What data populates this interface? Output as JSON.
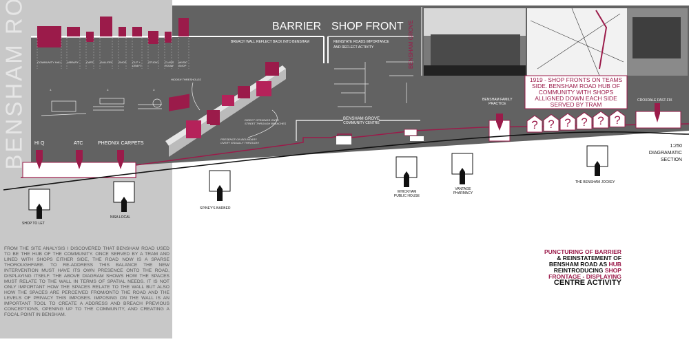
{
  "side_title": "BENSHAM ROAD",
  "headings": {
    "barrier": "BARRIER",
    "shop_front": "SHOP FRONT",
    "bensham_grove_vertical": "BENSHAM GROVE"
  },
  "subheadings": {
    "barrier": "BREACH WALL REFLECT BACK INTO BENSHAM",
    "shop_front_1": "REINSTATE ROADS IMPORTANCE",
    "shop_front_2": "AND REFLECT ACTIVITY"
  },
  "space_labels": [
    "COMMUNITY HALL",
    "LIBRARY",
    "CAFE",
    "GALLERY",
    "SHOP",
    "CUT + CRAFT",
    "STUDIO",
    "CLASS ROOM",
    "MUSIC SHOP"
  ],
  "space_bar_values": [
    {
      "above": 15,
      "below": 16
    },
    {
      "above": 14,
      "below": 0
    },
    {
      "above": 7,
      "below": 8
    },
    {
      "above": 29,
      "below": 0
    },
    {
      "above": 14,
      "below": 0
    },
    {
      "above": 14,
      "below": 0
    },
    {
      "above": 8,
      "below": 11
    },
    {
      "above": 7,
      "below": 9
    },
    {
      "above": 27,
      "below": 0
    }
  ],
  "sketch_numbers": [
    "1.",
    "2.",
    "3."
  ],
  "sketch_notes": {
    "hidden": "HIDDEN THRESHOLDS",
    "direct": [
      "DIRECT OPENINGS ONTO",
      "STREET THROUGH BREACHES"
    ],
    "presence": [
      "PRESENCE ON BOUNDARY",
      "OVER? VISUALLY THROUGH!"
    ]
  },
  "community_centre": [
    "BENSHAM GROVE",
    "COMMUNITY CENTRE"
  ],
  "upper_buildings": {
    "hq": "HI Q",
    "atc": "ATC",
    "pheonix": "PHEONIX CARPETS",
    "family_practice": [
      "BENSHAM FAMILY",
      "PRACTICE"
    ],
    "croxdale": "CROXDALE FAST-FIX"
  },
  "note_1919": "1919 - SHOP FRONTS ON TEAMS SIDE. BENSHAM ROAD HUB OF COMMUNITY WITH SHOPS ALLIGNED DOWN EACH SIDE SERVED BY TRAM",
  "question_marks": [
    "?",
    "?",
    "?",
    "?",
    "?",
    "?"
  ],
  "scale": [
    "1:250",
    "DIAGRAMATIC",
    "SECTION"
  ],
  "lower_buildings": [
    "SHOP TO LET",
    "NISA LOCAL",
    "SPINEY'S BARBER",
    "WHICKHAM PUBLIC HOUSE",
    "VANTAGE PHARMACY",
    "THE BENSHAM JOCKEY"
  ],
  "description": "From the site analysis I discovered that Bensham Road used to be the hub of the community. Once served by a tram and lined with shops either side, the road now is a sparse thoroughfare. To re-address this balance the new intervention must have its own presence onto the road, displaying itself. The above diagram shows how the spaces must relate to the wall in terms of spatial needs. It is not only important how the spaces relate to the wall but also how the spaces are perceived from/onto the road and the levels of privacy this imposes. Imposing on the wall is an important tool to create a address and breach previous conceptions, opening up to the community, and creating a focal point in Bensham.",
  "conclusion": [
    {
      "text": "PUNCTURING OF BARRIER",
      "accent": true
    },
    {
      "text": "& REINSTATEMENT OF",
      "accent": false
    },
    {
      "text": "BENSHAM ROAD AS ",
      "accent": false,
      "tail": "HUB"
    },
    {
      "text": "REINTRODUCING ",
      "accent": false,
      "tail": "SHOP"
    },
    {
      "text": "FRONTAGE - DISPLAYING",
      "accent": true
    },
    {
      "text": "CENTRE ACTIVITY",
      "accent": false
    }
  ],
  "colors": {
    "accent": "#9b1b4a",
    "dark_panel": "#626262",
    "light_panel": "#c8c8c8"
  }
}
